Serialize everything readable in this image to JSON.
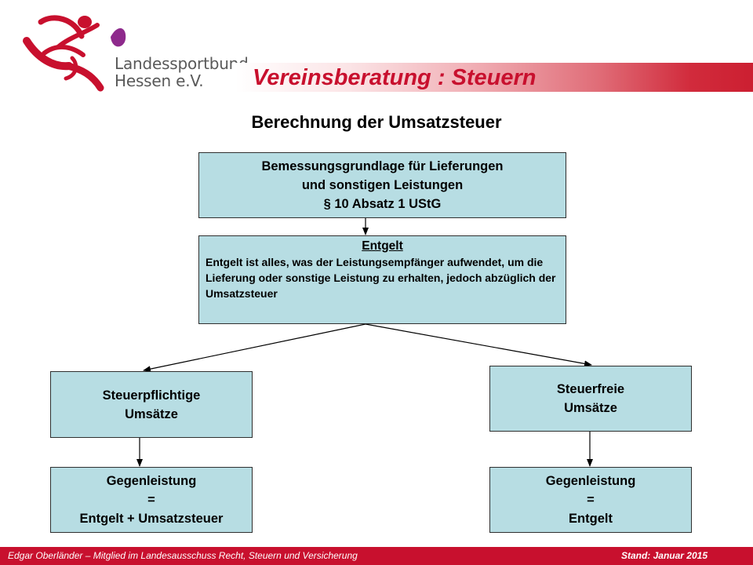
{
  "header": {
    "org_name_line1": "Landessportbund",
    "org_name_line2": "Hessen e.V.",
    "title": "Vereinsberatung : Steuern",
    "brand_color": "#c8102e",
    "accent_color": "#8e2a8c",
    "logo_icon": "running-figure-logo-icon"
  },
  "diagram": {
    "heading": "Berechnung der Umsatzsteuer",
    "box_color": "#b7dde3",
    "basis": {
      "line1": "Bemessungsgrundlage für Lieferungen",
      "line2": "und sonstigen Leistungen",
      "line3": "§ 10 Absatz 1 UStG"
    },
    "entgelt": {
      "heading": "Entgelt",
      "definition": "Entgelt ist alles, was der Leistungsempfänger aufwendet, um die Lieferung oder sonstige Leistung zu erhalten, jedoch abzüglich der Umsatzsteuer"
    },
    "taxable": {
      "line1": "Steuerpflichtige",
      "line2": "Umsätze"
    },
    "exempt": {
      "line1": "Steuerfreie",
      "line2": "Umsätze"
    },
    "consideration_taxable": {
      "line1": "Gegenleistung",
      "line2": "=",
      "line3": "Entgelt + Umsatzsteuer"
    },
    "consideration_exempt": {
      "line1": "Gegenleistung",
      "line2": "=",
      "line3": "Entgelt"
    }
  },
  "footer": {
    "author": "Edgar Oberländer – Mitglied im Landesausschuss Recht, Steuern und Versicherung",
    "status": "Stand: Januar 2015"
  }
}
